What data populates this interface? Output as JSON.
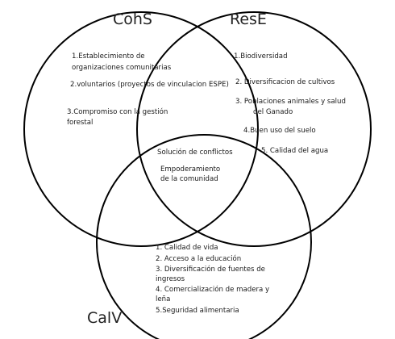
{
  "diagram": {
    "sets": {
      "cohs": {
        "title": "CohS",
        "items": [
          "1.Establecimiento de",
          "organizaciones comunitarias",
          "2.voluntarios (proyectos de vinculacion ESPE)",
          "3.Compromiso con la gestión",
          "forestal"
        ]
      },
      "rese": {
        "title": "ResE",
        "items": [
          "1.Biodiversidad",
          "2. Diversificacion de cultivos",
          "3. Poblaciones animales y salud",
          "del  Ganado",
          "4.Buen uso del suelo",
          "5. Calidad del agua"
        ]
      },
      "calv": {
        "title": "CalV",
        "items": [
          "1. Calidad de vida",
          "2. Acceso a la educación",
          "3. Diversificación de fuentes de",
          "ingresos",
          "4. Comercialización de madera y",
          "leña",
          "5.Seguridad alimentaria"
        ]
      }
    },
    "center": {
      "items": [
        "Solución de conflictos",
        "Empoderamiento",
        "de la comunidad"
      ]
    },
    "colors": {
      "stroke": "#000000",
      "text": "#1a1a1a"
    }
  }
}
